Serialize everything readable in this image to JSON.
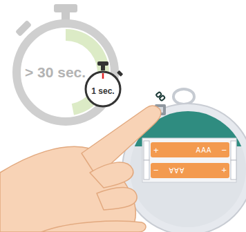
{
  "diagram": {
    "nodes": [
      {
        "text": [
          "> 30 sec."
        ]
      },
      {
        "text": [
          "1 sec."
        ]
      },
      {
        "text": [
          "+",
          "AAA",
          "−"
        ]
      },
      {
        "text": [
          "+",
          "AAA",
          "−"
        ]
      }
    ]
  }
}
